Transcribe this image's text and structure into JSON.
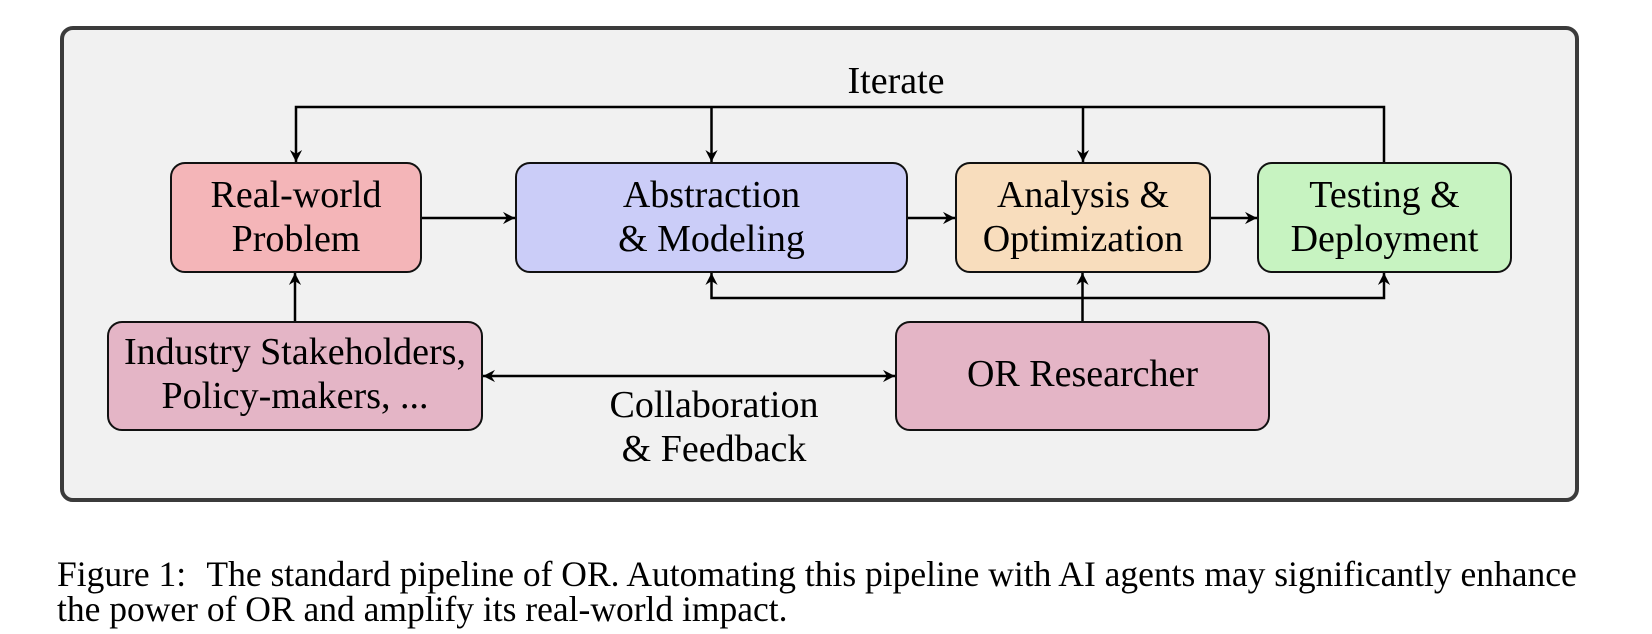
{
  "figure": {
    "frame": {
      "background": "#f1f1f1",
      "border_color": "#3b3b3b"
    },
    "arrow_color": "#000000",
    "labels": {
      "iterate": "Iterate",
      "collaboration": [
        "Collaboration",
        "& Feedback"
      ]
    },
    "nodes": {
      "real_world_problem": {
        "label": [
          "Real-world",
          "Problem"
        ],
        "fill": "#f4b5b8"
      },
      "abstraction_modeling": {
        "label": [
          "Abstraction",
          "& Modeling"
        ],
        "fill": "#cbcdf8"
      },
      "analysis_optimization": {
        "label": [
          "Analysis &",
          "Optimization"
        ],
        "fill": "#f8ddbd"
      },
      "testing_deployment": {
        "label": [
          "Testing &",
          "Deployment"
        ],
        "fill": "#c7f3c1"
      },
      "industry_stakeholders": {
        "label": [
          "Industry Stakeholders,",
          "Policy-makers, ..."
        ],
        "fill": "#e4b5c6"
      },
      "or_researcher": {
        "label": [
          "OR Researcher"
        ],
        "fill": "#e4b5c6"
      }
    }
  },
  "caption": {
    "label": "Figure 1:",
    "line1": "The standard pipeline of OR. Automating this pipeline with AI agents may significantly enhance",
    "line2": "the power of OR and amplify its real-world impact."
  }
}
